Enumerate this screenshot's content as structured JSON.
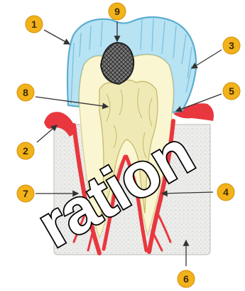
{
  "callouts": [
    {
      "label": "1"
    },
    {
      "label": "2"
    },
    {
      "label": "3"
    },
    {
      "label": "4"
    },
    {
      "label": "5"
    },
    {
      "label": "6"
    },
    {
      "label": "7"
    },
    {
      "label": "8"
    },
    {
      "label": "9"
    }
  ],
  "watermark": {
    "text": "ration"
  },
  "colors": {
    "enamel": "#b8e3f3",
    "enamel_stroke": "#5aaed0",
    "dentin": "#fbf6d2",
    "pulp": "#e8e4b0",
    "gum": "#e8373e",
    "bone": "#e9e9e6",
    "cavity": "#666666",
    "badge": "#f2b21b",
    "badge_text": "#3a2a00"
  }
}
